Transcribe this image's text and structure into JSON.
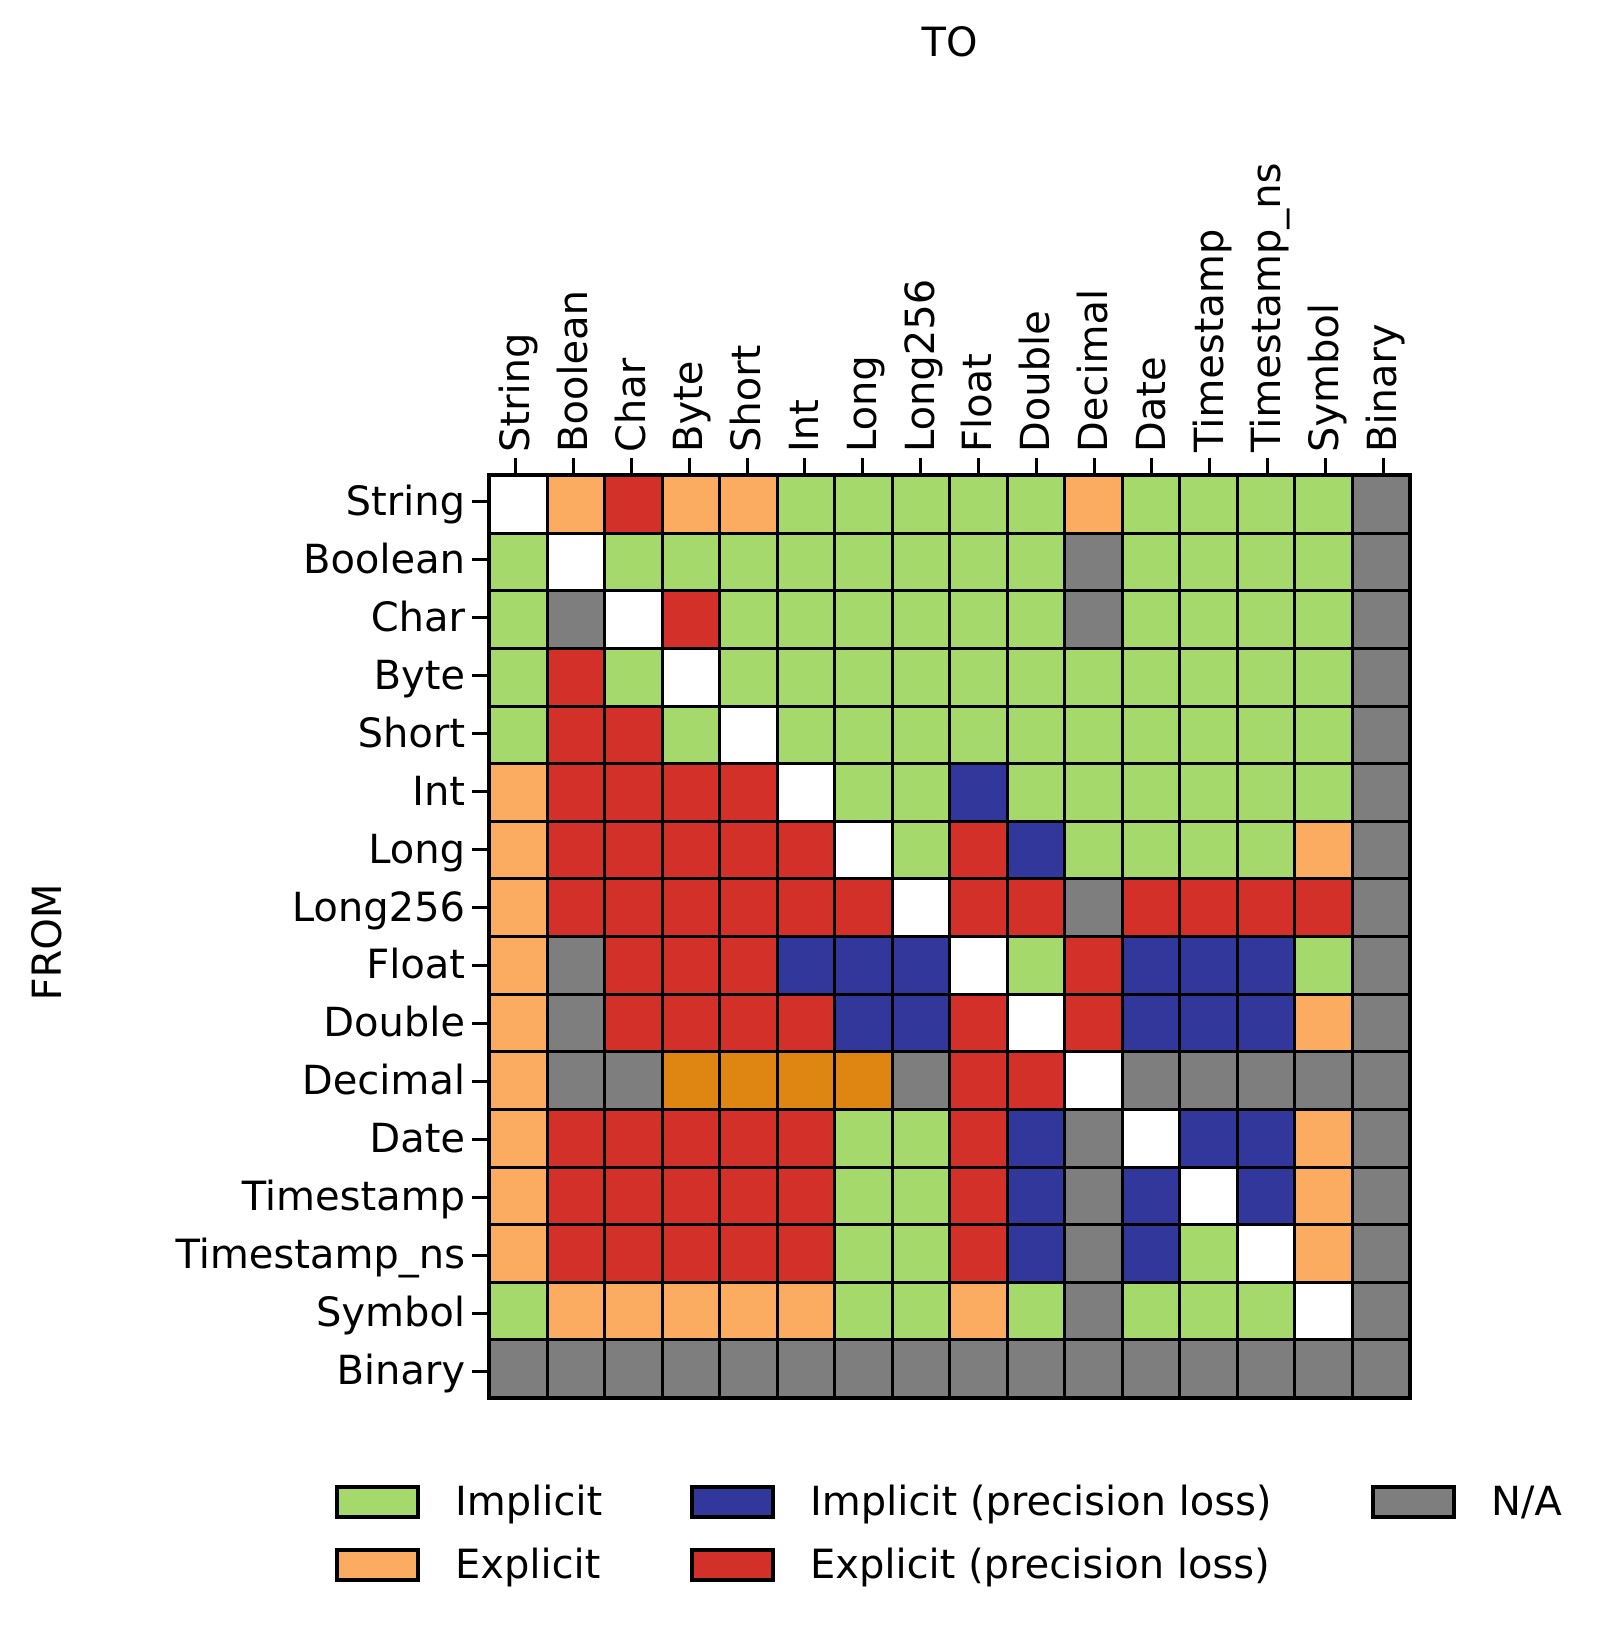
{
  "axis_titles": {
    "top": "TO",
    "left": "FROM"
  },
  "colors": {
    "I": "#A6D96B",
    "E": "#FBAC61",
    "IP": "#32379B",
    "EP": "#D3302A",
    "N": "#7E7E7E",
    "S": "#FFFFFF",
    "D": "#DE8512"
  },
  "legend": {
    "items": [
      {
        "label": "Implicit",
        "code": "I",
        "row": 1,
        "col": 1
      },
      {
        "label": "Explicit",
        "code": "E",
        "row": 2,
        "col": 1
      },
      {
        "label": "Implicit (precision loss)",
        "code": "IP",
        "row": 1,
        "col": 2
      },
      {
        "label": "Explicit (precision loss)",
        "code": "EP",
        "row": 2,
        "col": 2
      },
      {
        "label": "N/A",
        "code": "N",
        "row": 1,
        "col": 3
      }
    ]
  },
  "chart_data": {
    "type": "heatmap",
    "x_axis_title": "TO",
    "y_axis_title": "FROM",
    "columns": [
      "String",
      "Boolean",
      "Char",
      "Byte",
      "Short",
      "Int",
      "Long",
      "Long256",
      "Float",
      "Double",
      "Decimal",
      "Date",
      "Timestamp",
      "Timestamp_ns",
      "Symbol",
      "Binary"
    ],
    "rows": [
      "String",
      "Boolean",
      "Char",
      "Byte",
      "Short",
      "Int",
      "Long",
      "Long256",
      "Float",
      "Double",
      "Decimal",
      "Date",
      "Timestamp",
      "Timestamp_ns",
      "Symbol",
      "Binary"
    ],
    "code_meanings": {
      "I": "Implicit",
      "E": "Explicit",
      "IP": "Implicit (precision loss)",
      "EP": "Explicit (precision loss)",
      "N": "N/A",
      "S": "same type (diagonal, blank)",
      "D": "dark-orange explicit variant (not in legend)"
    },
    "matrix": [
      [
        "S",
        "E",
        "EP",
        "E",
        "E",
        "I",
        "I",
        "I",
        "I",
        "I",
        "E",
        "I",
        "I",
        "I",
        "I",
        "N"
      ],
      [
        "I",
        "S",
        "I",
        "I",
        "I",
        "I",
        "I",
        "I",
        "I",
        "I",
        "N",
        "I",
        "I",
        "I",
        "I",
        "N"
      ],
      [
        "I",
        "N",
        "S",
        "EP",
        "I",
        "I",
        "I",
        "I",
        "I",
        "I",
        "N",
        "I",
        "I",
        "I",
        "I",
        "N"
      ],
      [
        "I",
        "EP",
        "I",
        "S",
        "I",
        "I",
        "I",
        "I",
        "I",
        "I",
        "I",
        "I",
        "I",
        "I",
        "I",
        "N"
      ],
      [
        "I",
        "EP",
        "EP",
        "I",
        "S",
        "I",
        "I",
        "I",
        "I",
        "I",
        "I",
        "I",
        "I",
        "I",
        "I",
        "N"
      ],
      [
        "E",
        "EP",
        "EP",
        "EP",
        "EP",
        "S",
        "I",
        "I",
        "IP",
        "I",
        "I",
        "I",
        "I",
        "I",
        "I",
        "N"
      ],
      [
        "E",
        "EP",
        "EP",
        "EP",
        "EP",
        "EP",
        "S",
        "I",
        "EP",
        "IP",
        "I",
        "I",
        "I",
        "I",
        "E",
        "N"
      ],
      [
        "E",
        "EP",
        "EP",
        "EP",
        "EP",
        "EP",
        "EP",
        "S",
        "EP",
        "EP",
        "N",
        "EP",
        "EP",
        "EP",
        "EP",
        "N"
      ],
      [
        "E",
        "N",
        "EP",
        "EP",
        "EP",
        "IP",
        "IP",
        "IP",
        "S",
        "I",
        "EP",
        "IP",
        "IP",
        "IP",
        "I",
        "N"
      ],
      [
        "E",
        "N",
        "EP",
        "EP",
        "EP",
        "EP",
        "IP",
        "IP",
        "EP",
        "S",
        "EP",
        "IP",
        "IP",
        "IP",
        "E",
        "N"
      ],
      [
        "E",
        "N",
        "N",
        "D",
        "D",
        "D",
        "D",
        "N",
        "EP",
        "EP",
        "S",
        "N",
        "N",
        "N",
        "N",
        "N"
      ],
      [
        "E",
        "EP",
        "EP",
        "EP",
        "EP",
        "EP",
        "I",
        "I",
        "EP",
        "IP",
        "N",
        "S",
        "IP",
        "IP",
        "E",
        "N"
      ],
      [
        "E",
        "EP",
        "EP",
        "EP",
        "EP",
        "EP",
        "I",
        "I",
        "EP",
        "IP",
        "N",
        "IP",
        "S",
        "IP",
        "E",
        "N"
      ],
      [
        "E",
        "EP",
        "EP",
        "EP",
        "EP",
        "EP",
        "I",
        "I",
        "EP",
        "IP",
        "N",
        "IP",
        "I",
        "S",
        "E",
        "N"
      ],
      [
        "I",
        "E",
        "E",
        "E",
        "E",
        "E",
        "I",
        "I",
        "E",
        "I",
        "N",
        "I",
        "I",
        "I",
        "S",
        "N"
      ],
      [
        "N",
        "N",
        "N",
        "N",
        "N",
        "N",
        "N",
        "N",
        "N",
        "N",
        "N",
        "N",
        "N",
        "N",
        "N",
        "N"
      ]
    ]
  }
}
